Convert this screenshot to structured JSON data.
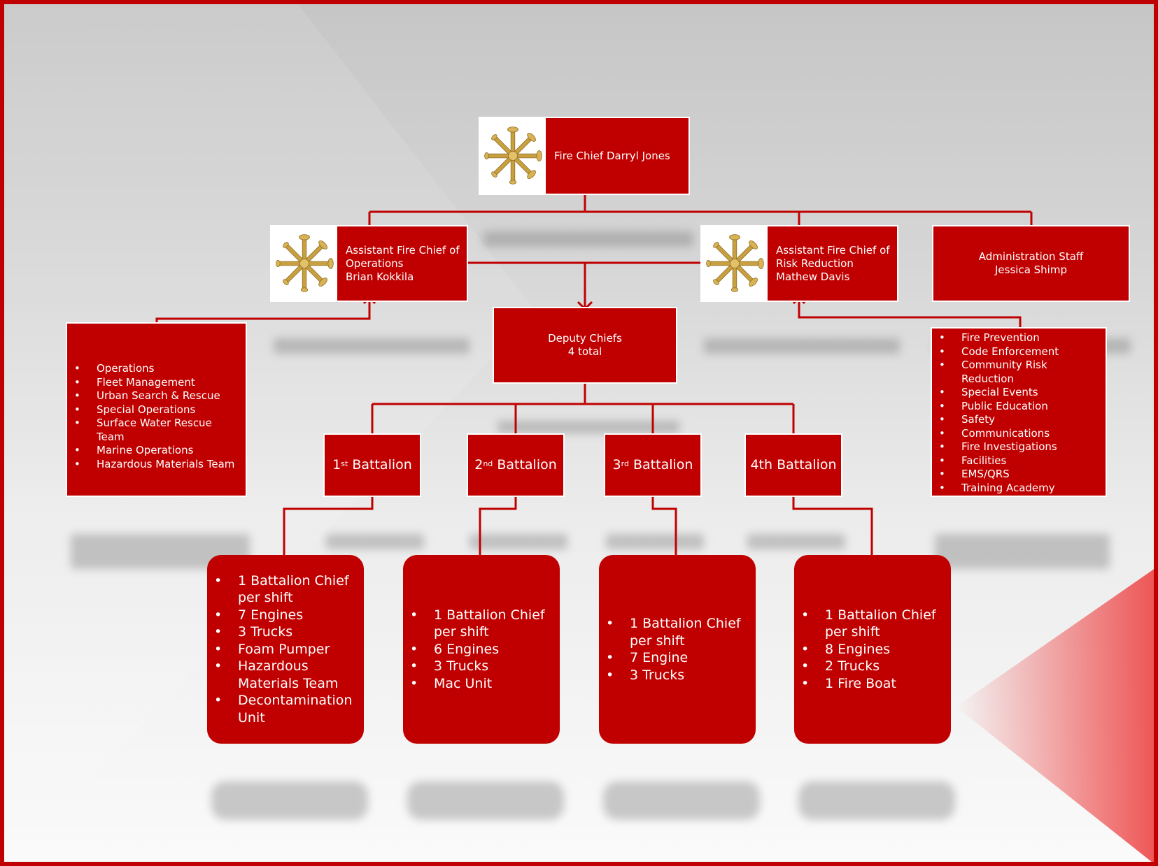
{
  "colors": {
    "node": "#c00000",
    "line": "#c00000",
    "text": "#ffffff",
    "background": "#d9d9d9"
  },
  "chief": {
    "label": "Fire Chief Darryl Jones"
  },
  "ops": {
    "line1": "Assistant Fire Chief of",
    "line2": "Operations",
    "line3": "Brian Kokkila"
  },
  "risk": {
    "line1": "Assistant Fire Chief of",
    "line2": "Risk Reduction",
    "line3": "Mathew Davis"
  },
  "admin": {
    "line1": "Administration Staff",
    "line2": "Jessica Shimp"
  },
  "deputy": {
    "line1": "Deputy Chiefs",
    "line2": "4 total"
  },
  "ops_list": [
    "Operations",
    "Fleet Management",
    "Urban Search & Rescue",
    "Special Operations",
    "Surface Water Rescue Team",
    "Marine Operations",
    "Hazardous Materials Team"
  ],
  "risk_list": [
    "Fire Prevention",
    "Code Enforcement",
    "Community Risk Reduction",
    "Special Events",
    "Public Education",
    "Safety",
    "Communications",
    "Fire Investigations",
    "Facilities",
    "EMS/QRS",
    "Training Academy"
  ],
  "battalions": [
    {
      "num": "1",
      "sup": "st",
      "word": "Battalion"
    },
    {
      "num": "2",
      "sup": "nd",
      "word": "Battalion"
    },
    {
      "num": "3",
      "sup": "rd",
      "word": "Battalion"
    },
    {
      "num": "4th",
      "sup": "",
      "word": "Battalion"
    }
  ],
  "battalion_details": [
    [
      "1 Battalion Chief per shift",
      "7 Engines",
      "3 Trucks",
      "Foam Pumper",
      "Hazardous Materials Team",
      "Decontamination Unit"
    ],
    [
      "1 Battalion Chief per shift",
      "6 Engines",
      "3 Trucks",
      "Mac Unit"
    ],
    [
      "1 Battalion Chief per shift",
      "7 Engine",
      "3 Trucks"
    ],
    [
      "1 Battalion Chief per shift",
      "8 Engines",
      "2 Trucks",
      "1 Fire Boat"
    ]
  ],
  "icons": {
    "emblem": "crossed-bugles-icon"
  }
}
